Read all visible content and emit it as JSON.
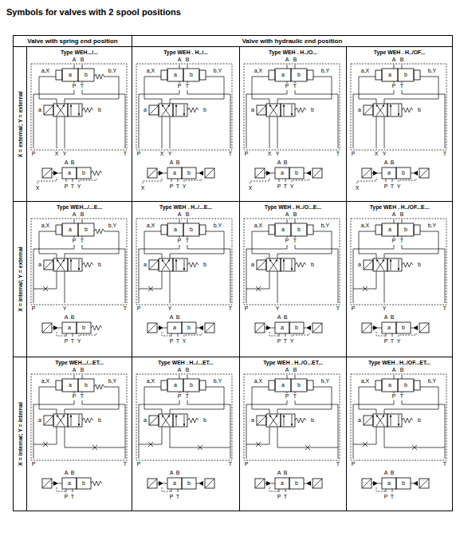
{
  "diagram": {
    "title": "Symbols for valves with 2 spool positions",
    "nodes": [
      {
        "text": [
          "Valve with spring end position"
        ]
      },
      {
        "text": [
          "Valve with hydraulic end position"
        ]
      },
      {
        "text": [
          "X = external; Y = external"
        ]
      },
      {
        "text": [
          "Type WEH.../..."
        ]
      },
      {
        "text": [
          "Type WEH . H../..."
        ]
      },
      {
        "text": [
          "Type WEH . H../O..."
        ]
      },
      {
        "text": [
          "Type WEH . H../OF..."
        ]
      },
      {
        "text": [
          "X = internal; Y = external"
        ]
      },
      {
        "text": [
          "Type WEH.../...E..."
        ]
      },
      {
        "text": [
          "Type WEH . H../...E..."
        ]
      },
      {
        "text": [
          "Type WEH . H../O...E..."
        ]
      },
      {
        "text": [
          "Type WEH . H../OF...E..."
        ]
      },
      {
        "text": [
          "X = internal; Y = internal"
        ]
      },
      {
        "text": [
          "Type WEH.../...ET..."
        ]
      },
      {
        "text": [
          "Type WEH . H../...ET..."
        ]
      },
      {
        "text": [
          "Type WEH . H../O...ET..."
        ]
      },
      {
        "text": [
          "Type WEH . H../OF...ET..."
        ]
      }
    ],
    "labels": [
      "A",
      "B",
      "a",
      "b",
      "a,X",
      "b,Y",
      "P",
      "T",
      "a",
      "b",
      "X",
      "Y",
      "P",
      "T",
      "A",
      "B",
      "a",
      "b",
      "X",
      "P",
      "T",
      "Y",
      "A",
      "B",
      "a",
      "b",
      "a,X",
      "b,Y",
      "P",
      "T",
      "a",
      "b",
      "X",
      "Y",
      "P",
      "T",
      "A",
      "B",
      "a",
      "b",
      "X",
      "P",
      "T",
      "Y",
      "A",
      "B",
      "a",
      "b",
      "a,X",
      "b,Y",
      "P",
      "T",
      "a",
      "b",
      "X",
      "Y",
      "P",
      "T",
      "A",
      "B",
      "a",
      "b",
      "X",
      "P",
      "T",
      "Y",
      "A",
      "B",
      "a",
      "b",
      "a,X",
      "b,Y",
      "P",
      "T",
      "a",
      "b",
      "X",
      "Y",
      "P",
      "T",
      "A",
      "B",
      "a",
      "b",
      "X",
      "P",
      "T",
      "Y",
      "A",
      "B",
      "a",
      "b",
      "a,X",
      "b,Y",
      "P",
      "T",
      "a",
      "b",
      "Y",
      "P",
      "T",
      "A",
      "B",
      "a",
      "b",
      "P",
      "T",
      "Y",
      "A",
      "B",
      "a",
      "b",
      "a,X",
      "b,Y",
      "P",
      "T",
      "a",
      "b",
      "Y",
      "P",
      "T",
      "A",
      "B",
      "a",
      "b",
      "P",
      "T",
      "Y",
      "A",
      "B",
      "a",
      "b",
      "a,X",
      "b,Y",
      "P",
      "T",
      "a",
      "b",
      "Y",
      "P",
      "T",
      "A",
      "B",
      "a",
      "b",
      "P",
      "T",
      "Y",
      "A",
      "B",
      "a",
      "b",
      "a,X",
      "b,Y",
      "P",
      "T",
      "a",
      "b",
      "Y",
      "P",
      "T",
      "A",
      "B",
      "a",
      "b",
      "P",
      "T",
      "Y",
      "A",
      "B",
      "a",
      "b",
      "a,X",
      "b,Y",
      "P",
      "T",
      "a",
      "b",
      "P",
      "T",
      "A",
      "B",
      "a",
      "b",
      "P",
      "T",
      "A",
      "B",
      "a",
      "b",
      "a,X",
      "b,Y",
      "P",
      "T",
      "a",
      "b",
      "P",
      "T",
      "A",
      "B",
      "a",
      "b",
      "P",
      "T",
      "A",
      "B",
      "a",
      "b",
      "a,X",
      "b,Y",
      "P",
      "T",
      "a",
      "b",
      "P",
      "T",
      "A",
      "B",
      "a",
      "b",
      "P",
      "T",
      "A",
      "B",
      "a",
      "b",
      "a,X",
      "b,Y",
      "P",
      "T",
      "a",
      "b",
      "P",
      "T",
      "A",
      "B",
      "a",
      "b",
      "P",
      "T"
    ]
  }
}
